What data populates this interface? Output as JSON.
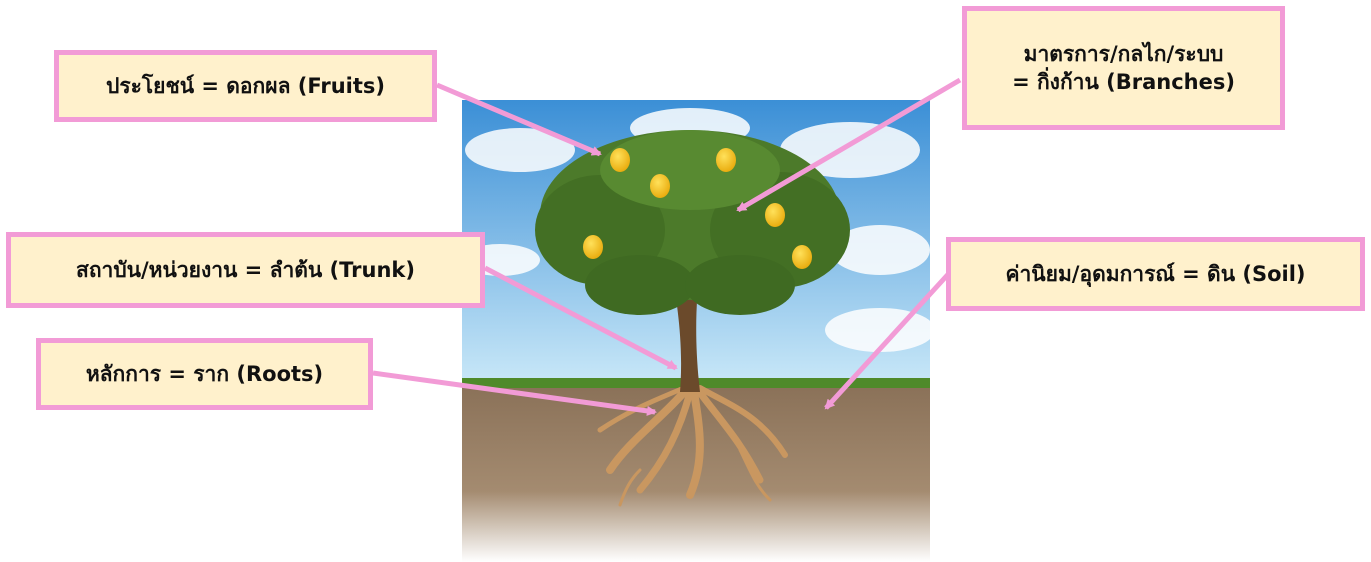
{
  "labels": {
    "fruits": "ประโยชน์ = ดอกผล (Fruits)",
    "branches_line1": "มาตรการ/กลไก/ระบบ",
    "branches_line2": "= กิ่งก้าน (Branches)",
    "trunk": "สถาบัน/หน่วยงาน = ลำต้น (Trunk)",
    "soil": "ค่านิยม/อุดมการณ์ = ดิน (Soil)",
    "roots": "หลักการ = ราก (Roots)"
  },
  "colors": {
    "box_fill": "#fff1cc",
    "box_border": "#f29bd6",
    "arrow": "#f29bd6",
    "sky_top": "#3b8fd6",
    "sky_bottom": "#bfe3f7",
    "foliage": "#4c7a2a",
    "trunk": "#6b4a2b",
    "roots": "#c99760",
    "soil": "#9a8166",
    "grass": "#4f8a2a",
    "fruit": "#f7c21a"
  }
}
